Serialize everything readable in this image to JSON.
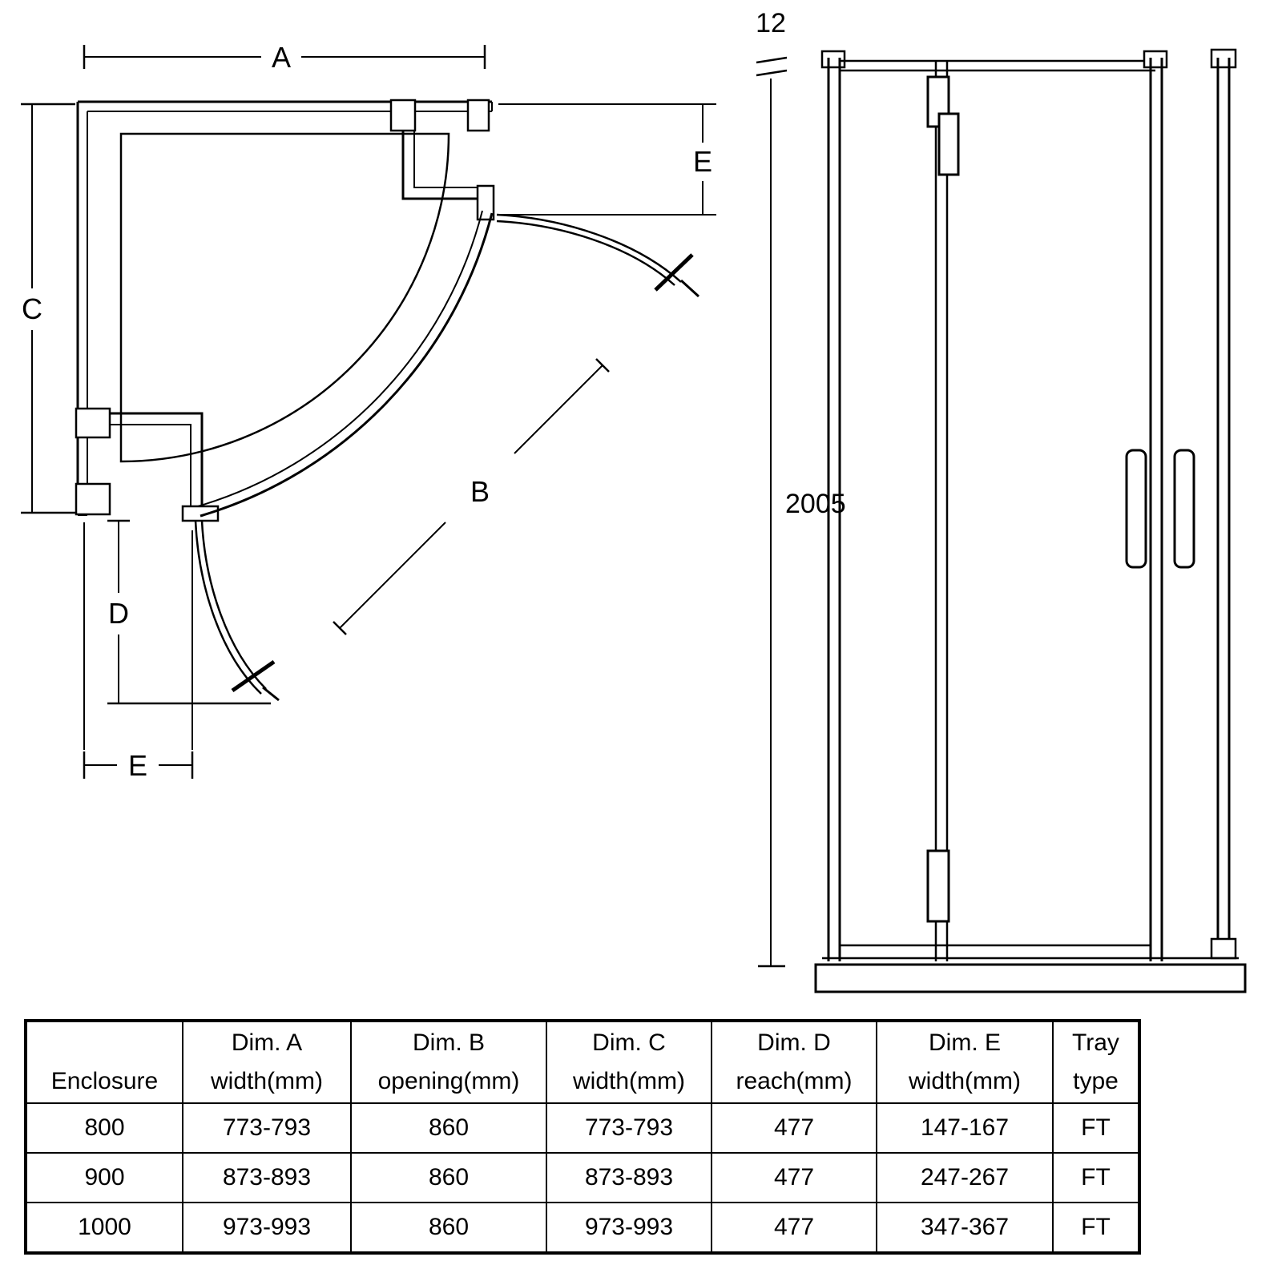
{
  "plan": {
    "labels": {
      "A": "A",
      "B": "B",
      "C": "C",
      "D": "D",
      "e_top": "E",
      "e_bottom": "E"
    }
  },
  "elevation": {
    "labels": {
      "thickness": "12",
      "height": "2005"
    }
  },
  "table": {
    "headers": [
      {
        "line1": "",
        "line2": "Enclosure"
      },
      {
        "line1": "Dim. A",
        "line2": "width(mm)"
      },
      {
        "line1": "Dim. B",
        "line2": "opening(mm)"
      },
      {
        "line1": "Dim. C",
        "line2": "width(mm)"
      },
      {
        "line1": "Dim. D",
        "line2": "reach(mm)"
      },
      {
        "line1": "Dim. E",
        "line2": "width(mm)"
      },
      {
        "line1": "Tray",
        "line2": "type"
      }
    ],
    "rows": [
      [
        "800",
        "773-793",
        "860",
        "773-793",
        "477",
        "147-167",
        "FT"
      ],
      [
        "900",
        "873-893",
        "860",
        "873-893",
        "477",
        "247-267",
        "FT"
      ],
      [
        "1000",
        "973-993",
        "860",
        "973-993",
        "477",
        "347-367",
        "FT"
      ]
    ]
  }
}
